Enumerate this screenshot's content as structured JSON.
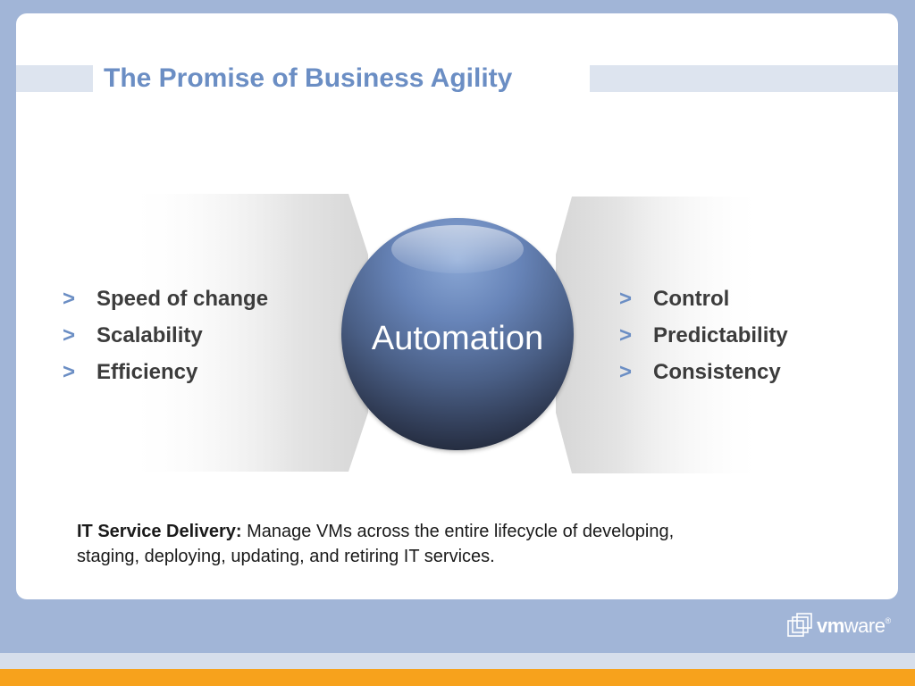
{
  "slide": {
    "title": "The Promise of Business Agility",
    "center_label": "Automation",
    "left_bullets": [
      {
        "marker": ">",
        "text": "Speed of change"
      },
      {
        "marker": ">",
        "text": "Scalability"
      },
      {
        "marker": ">",
        "text": "Efficiency"
      }
    ],
    "right_bullets": [
      {
        "marker": ">",
        "text": "Control"
      },
      {
        "marker": ">",
        "text": "Predictability"
      },
      {
        "marker": ">",
        "text": "Consistency"
      }
    ],
    "caption": {
      "lead": "IT Service Delivery:",
      "body": " Manage VMs across the entire lifecycle of developing, staging, deploying, updating, and retiring IT services."
    }
  },
  "brand": {
    "logo_strong": "vm",
    "logo_rest": "ware",
    "logo_mark": "®"
  },
  "colors": {
    "frame": "#a1b5d7",
    "title": "#6b8ec4",
    "accent_bar": "#f7a21c",
    "orb": "#4a5f86"
  }
}
